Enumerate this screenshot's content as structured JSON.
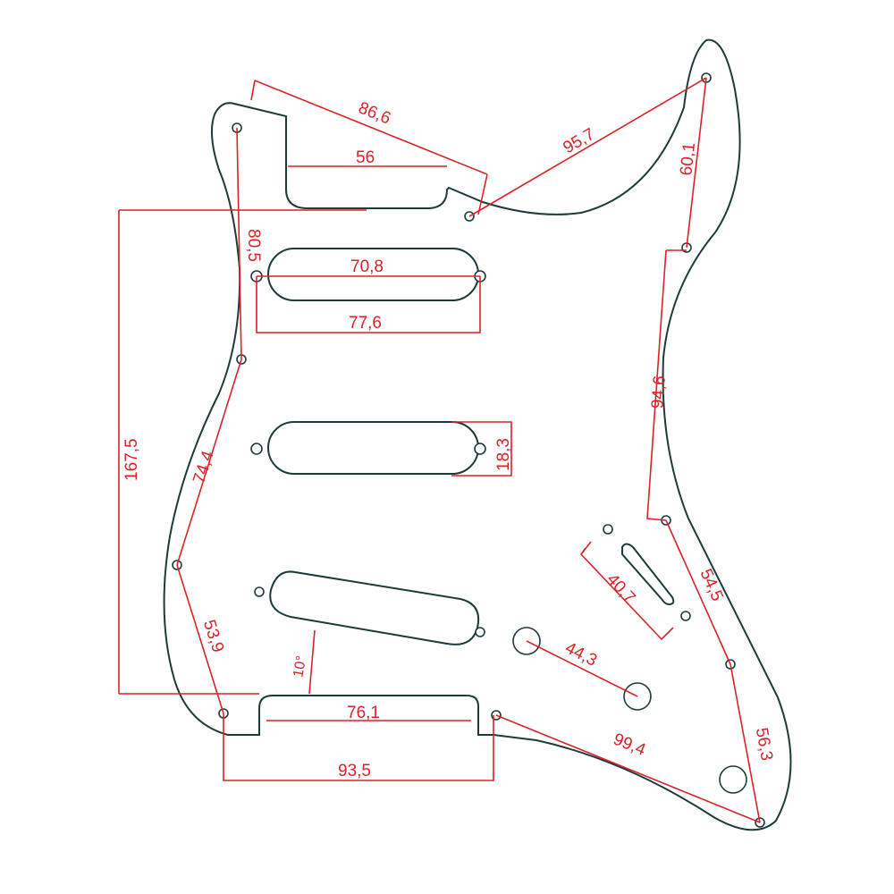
{
  "title": "Pickguard dimension drawing",
  "colors": {
    "outline": "#1d3b3b",
    "dimension": "#d9232a"
  },
  "dimensions": {
    "top_left_to_neck": "86,6",
    "neck_pocket_width": "56",
    "neck_to_horn": "95,7",
    "horn_to_screw": "60,1",
    "left_upper_screws": "80,5",
    "pickup_length": "70,8",
    "pickup_screw_span": "77,6",
    "total_height": "167,5",
    "right_side_screws": "94,6",
    "pickup_width": "18,3",
    "left_mid_screws": "74,4",
    "switch_slot": "40,7",
    "right_lower_screws": "54,5",
    "left_lower_screws": "53,9",
    "bridge_pickup_angle": "10°",
    "pot_spacing": "44,3",
    "bottom_cutout": "76,1",
    "bottom_screw_to_corner": "99,4",
    "corner_screws": "56,3",
    "bottom_screw_span": "93,5"
  }
}
